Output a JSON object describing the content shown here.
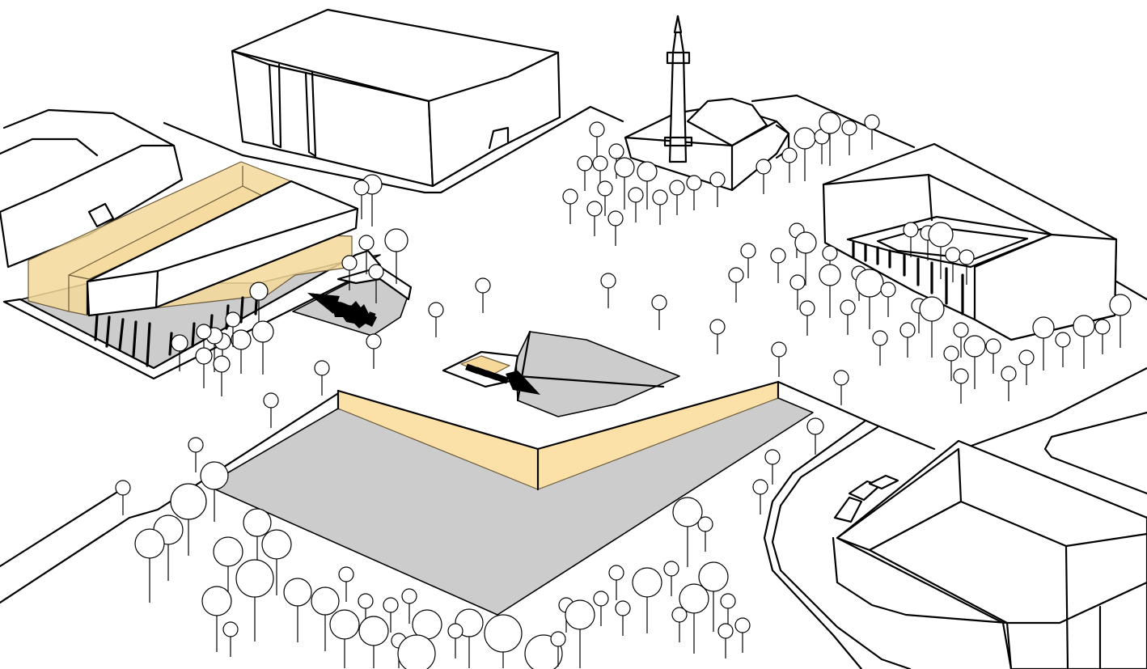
{
  "colors": {
    "background": "#ffffff",
    "outline": "#000000",
    "highlight_volume": "#f5d89a",
    "highlight_wall": "#fbe0a8",
    "ground_shadow": "#cccccc",
    "arrow": "#000000"
  },
  "diagram": {
    "type": "axonometric-site-plan",
    "elements": [
      "new-wing-building",
      "plaza-wall",
      "mosque",
      "courtyard-building",
      "large-block-building",
      "corner-building",
      "entrance-pavilion",
      "trees"
    ],
    "arrows": [
      "left-entry-arrow",
      "center-entry-arrow"
    ]
  }
}
